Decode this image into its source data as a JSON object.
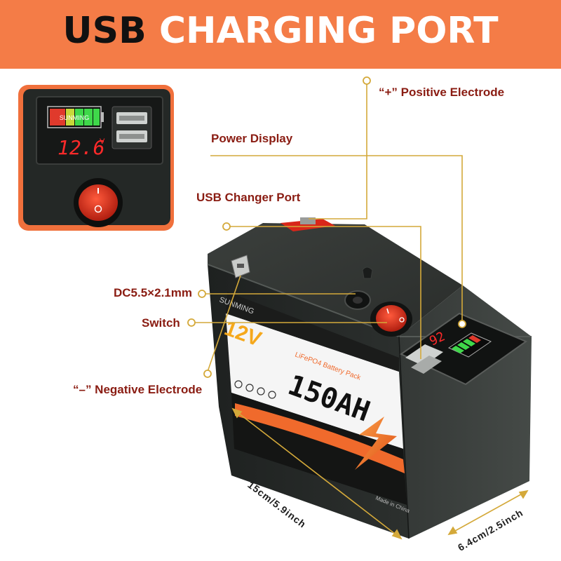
{
  "header": {
    "title_part1": "USB",
    "title_part2": "CHARGING PORT",
    "bg_color": "#f47c47"
  },
  "inset": {
    "display_brand": "SUNMING",
    "display_voltage": "12.6",
    "display_unit": "V"
  },
  "callouts": {
    "positive": "“+” Positive Electrode",
    "power_display": "Power Display",
    "usb_port": "USB Changer Port",
    "dc_port": "DC5.5×2.1mm",
    "switch": "Switch",
    "negative": "“–” Negative Electrode",
    "label_color": "#8a1c12",
    "line_color": "#d4a93a"
  },
  "battery": {
    "brand": "SUNMING",
    "voltage": "12V",
    "capacity": "150AH",
    "chemistry": "LiFePO4 Battery Pack",
    "origin": "Made in China",
    "display_voltage": "92"
  },
  "dimensions": {
    "length": "15cm/5.9inch",
    "width": "6.4cm/2.5inch"
  }
}
